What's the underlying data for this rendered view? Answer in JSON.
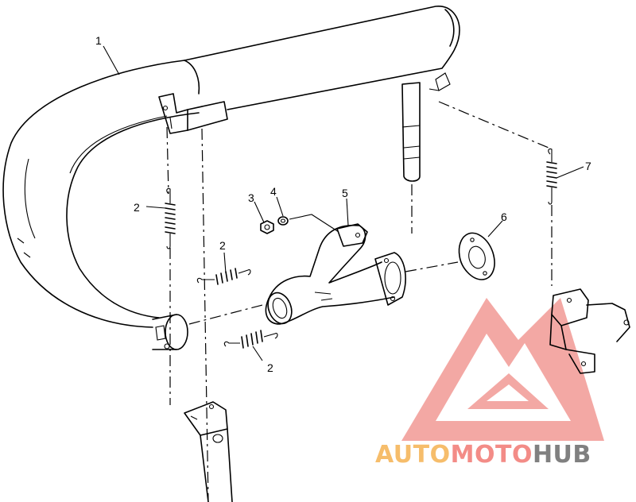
{
  "diagram": {
    "callouts": [
      {
        "id": "1",
        "label": "1"
      },
      {
        "id": "2a",
        "label": "2"
      },
      {
        "id": "2b",
        "label": "2"
      },
      {
        "id": "2c",
        "label": "2"
      },
      {
        "id": "3",
        "label": "3"
      },
      {
        "id": "4",
        "label": "4"
      },
      {
        "id": "5",
        "label": "5"
      },
      {
        "id": "6",
        "label": "6"
      },
      {
        "id": "7",
        "label": "7"
      }
    ]
  },
  "watermark": {
    "part1": "AUTO",
    "part2": "MOTO",
    "part3": "HUB",
    "colors": {
      "part1": "#f6bd6b",
      "part2": "#f38c87",
      "part3": "#808080",
      "logo": "#f29a95"
    }
  }
}
